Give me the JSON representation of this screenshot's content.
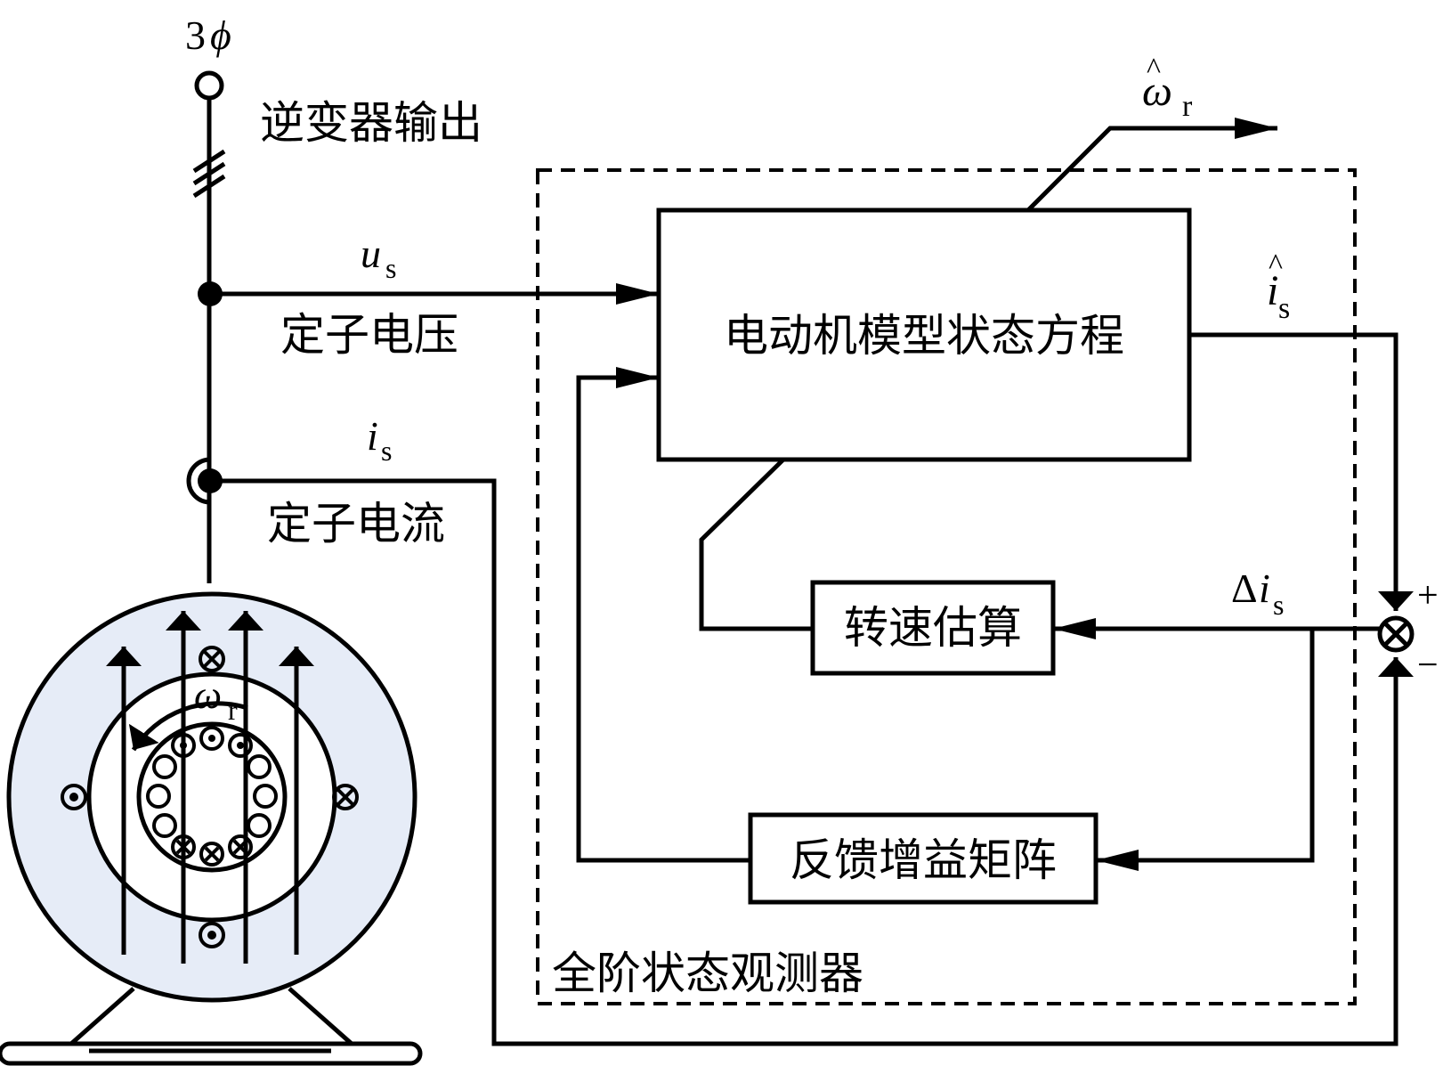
{
  "labels": {
    "phase_num": "3",
    "phase_sym": "ϕ",
    "inverter_output": "逆变器输出",
    "us_main": "u",
    "us_sub": "s",
    "stator_voltage": "定子电压",
    "is_main": "i",
    "is_sub": "s",
    "stator_current": "定子电流",
    "motor_model": "电动机模型状态方程",
    "speed_estimation": "转速估算",
    "feedback_gain": "反馈增益矩阵",
    "observer": "全阶状态观测器",
    "wr_hat_main": "ω",
    "wr_hat_sub": "r",
    "hat_mark": "^",
    "is_hat_main": "i",
    "is_hat_sub": "s",
    "delta": "Δ",
    "delta_is_main": "i",
    "delta_is_sub": "s",
    "plus": "+",
    "minus": "−",
    "wr_motor_main": "ω",
    "wr_motor_sub": "r"
  },
  "colors": {
    "motor_fill": "#e6ecf7",
    "stroke": "#000000"
  }
}
